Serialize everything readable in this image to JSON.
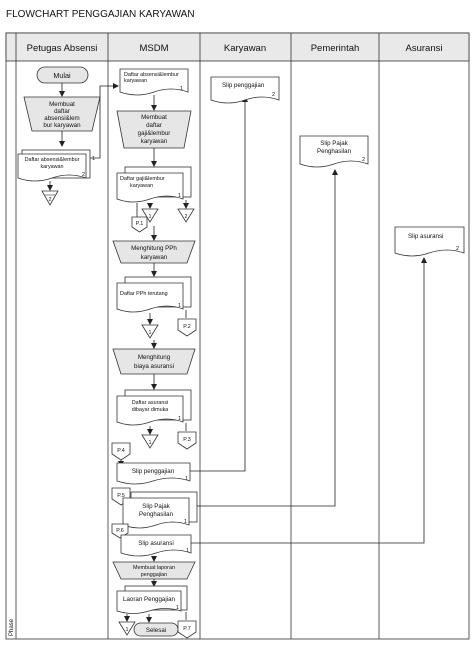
{
  "title": "FLOWCHART PENGGAJIAN KARYAWAN",
  "phase_label": "Phase",
  "lanes": [
    "Petugas Absensi",
    "MSDM",
    "Karyawan",
    "Pemerintah",
    "Asuransi"
  ],
  "shapes": {
    "mulai": "Mulai",
    "membuat_daftar": [
      "Membuat",
      "daftar",
      "absensi&lem",
      "bur karyawan"
    ],
    "doc_absensi_pa": [
      "Daftar absensi&lembur",
      "karyawan"
    ],
    "doc_absensi_msdm": [
      "Daftar absensi&lembur",
      "karyawan"
    ],
    "membuat_gaji": [
      "Membuat",
      "daftar",
      "gaji&lembur",
      "karyawan"
    ],
    "doc_gaji": [
      "Daftar gaji&lembur",
      "karyawan"
    ],
    "menghitung_pph": [
      "Menghitung PPh",
      "karyawan"
    ],
    "doc_pph": "Daftar PPh terutang",
    "menghitung_asuransi": [
      "Menghitung",
      "biaya asuransi"
    ],
    "doc_asuransi": [
      "Daftar asuransi",
      "dibayar dimuka"
    ],
    "slip_gaji": "Slip penggajian",
    "slip_pajak": [
      "Slip Pajak",
      "Penghasilan"
    ],
    "slip_asuransi": "Slip asuransi",
    "membuat_laporan": [
      "Membuat laporan",
      "penggajian"
    ],
    "doc_laporan": "Laoran Penggajian",
    "selesai": "Selesai",
    "kary_slip": "Slip penggajian",
    "pem_slip": [
      "Slip Pajak",
      "Penghasilan"
    ],
    "asu_slip": "Slip asuransi"
  },
  "file_marks": {
    "f_pa": "2",
    "f_gaji": "1",
    "f_pph": "1",
    "f_asuransi": "1",
    "f_laporan": "1"
  },
  "offpage": {
    "p1": "P.1",
    "p2": "P.2",
    "p3": "P.3",
    "p4": "P.4",
    "p5": "P.5",
    "p6": "P.6",
    "p7": "P.7"
  },
  "copy_numbers": {
    "pa_doc_1": "1",
    "pa_doc_2": "2",
    "msdm_absensi": "1",
    "gaji_1": "1",
    "gaji_2": "2",
    "pph_1": "1",
    "pph_2": "2",
    "asu_1": "1",
    "asu_2": "2",
    "slipgaji_1": "1",
    "slippajak_1": "1",
    "slipasu_1": "1",
    "lap_1": "1",
    "lap_2": "2",
    "kary": "2",
    "pem": "2",
    "asu": "2"
  }
}
